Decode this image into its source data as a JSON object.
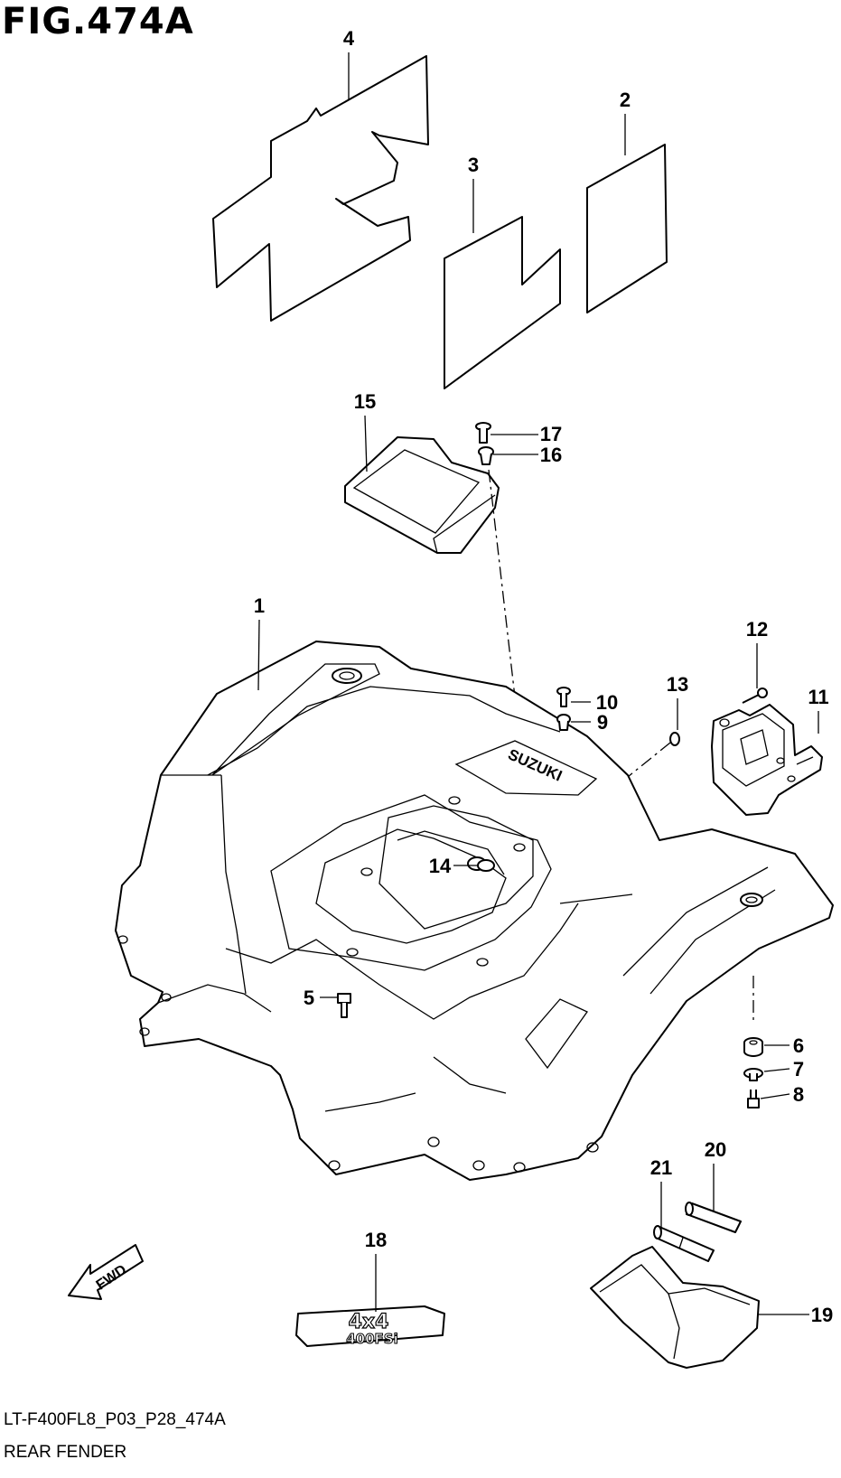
{
  "figure": {
    "title": "FIG.474A",
    "code": "LT-F400FL8_P03_P28_474A",
    "name": "REAR FENDER"
  },
  "callouts": [
    "1",
    "2",
    "3",
    "4",
    "5",
    "6",
    "7",
    "8",
    "9",
    "10",
    "11",
    "12",
    "13",
    "14",
    "15",
    "16",
    "17",
    "18",
    "19",
    "20",
    "21"
  ],
  "markings": {
    "fwd": "FWD",
    "brand": "SUZUKI",
    "emblem_top": "4x4",
    "emblem_bottom": "400FSi"
  }
}
